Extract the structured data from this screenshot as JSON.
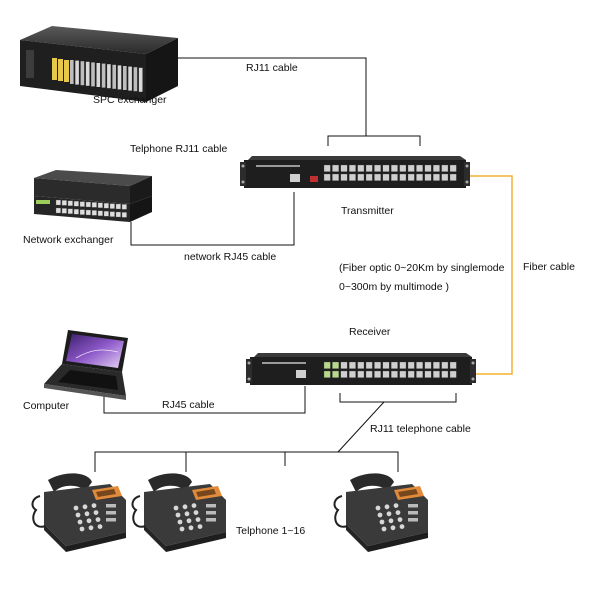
{
  "labels": {
    "rj11_cable": "RJ11 cable",
    "spc_exchanger": "SPC exchanger",
    "telphone_rj11_cable": "Telphone RJ11 cable",
    "transmitter": "Transmitter",
    "network_exchanger": "Network exchanger",
    "network_rj45_cable": "network RJ45 cable",
    "fiber_optic_line1": "(Fiber optic 0~20Km by singlemode",
    "fiber_optic_line2": "0~300m by multimode )",
    "fiber_cable": "Fiber cable",
    "receiver": "Receiver",
    "computer": "Computer",
    "rj45_cable": "RJ45 cable",
    "rj11_telephone_cable": "RJ11 telephone cable",
    "telphone_range": "Telphone 1~16"
  },
  "colors": {
    "line": "#111111",
    "fiber": "#f2b233",
    "device_dark": "#2b2b2b",
    "port_green": "#b7d98a",
    "port_yellow": "#e8c84a",
    "phone_body": "#3a3a3a",
    "phone_display": "#e08a3a"
  }
}
